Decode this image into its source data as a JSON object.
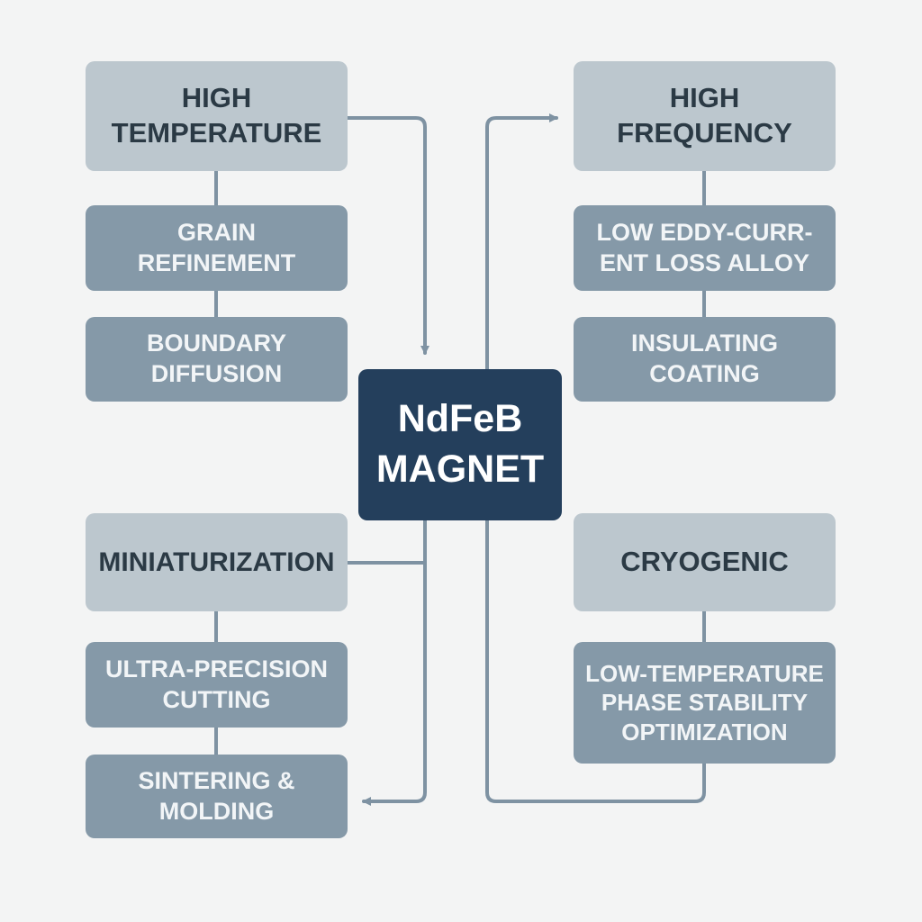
{
  "center": {
    "label": "NdFeB\nMAGNET"
  },
  "high_temperature": {
    "title": "HIGH\nTEMPERATURE",
    "steps": [
      "GRAIN\nREFINEMENT",
      "BOUNDARY\nDIFFUSION"
    ]
  },
  "high_frequency": {
    "title": "HIGH\nFREQUENCY",
    "steps": [
      "LOW EDDY-CURR-\nENT LOSS ALLOY",
      "INSULATING\nCOATING"
    ]
  },
  "miniaturization": {
    "title": "MINIATURIZATION",
    "steps": [
      "ULTRA-PRECISION\nCUTTING",
      "SINTERING &\nMOLDING"
    ]
  },
  "cryogenic": {
    "title": "CRYOGENIC",
    "steps": [
      "LOW-TEMPERATURE\nPHASE STABILITY\nOPTIMIZATION"
    ]
  },
  "colors": {
    "background": "#f3f4f4",
    "heading_box": "#bcc7ce",
    "step_box": "#8599a8",
    "center_box": "#243f5c",
    "connector": "#7e92a2"
  }
}
